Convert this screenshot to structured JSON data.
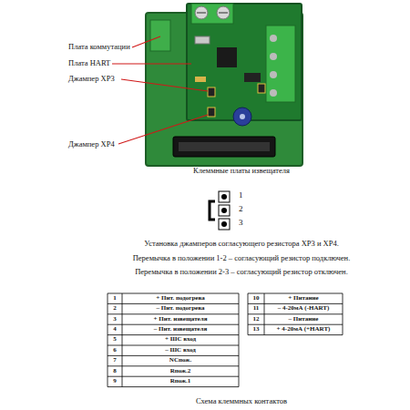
{
  "diagram": {
    "labels": [
      "Плата коммутации",
      "Плата HART",
      "Джампер XP3",
      "Джампер XP4",
      "Клеммные платы извещателя",
      "1",
      "2",
      "3",
      "Установка джамперов согласующего резистора XP3 и XP4.",
      "Перемычка в положении 1-2 – согласующий резистор подключен.",
      "Перемычка в положении 2-3 – согласующий резистор отключен.",
      "1",
      "+ Пит. подогрева",
      "2",
      "– Пит. подогрева",
      "3",
      "+ Пит. извещателя",
      "4",
      "– Пит. извещателя",
      "5",
      "+ ШС вход",
      "6",
      "– ШС вход",
      "7",
      "NCпож.",
      "8",
      "Rпож.2",
      "9",
      "Rпож.1",
      "10",
      "+ Питание",
      "11",
      "– 4-20мА (-HART)",
      "12",
      "– Питание",
      "13",
      "+ 4-20мА (+HART)",
      "Схема клеммных контактов"
    ]
  }
}
